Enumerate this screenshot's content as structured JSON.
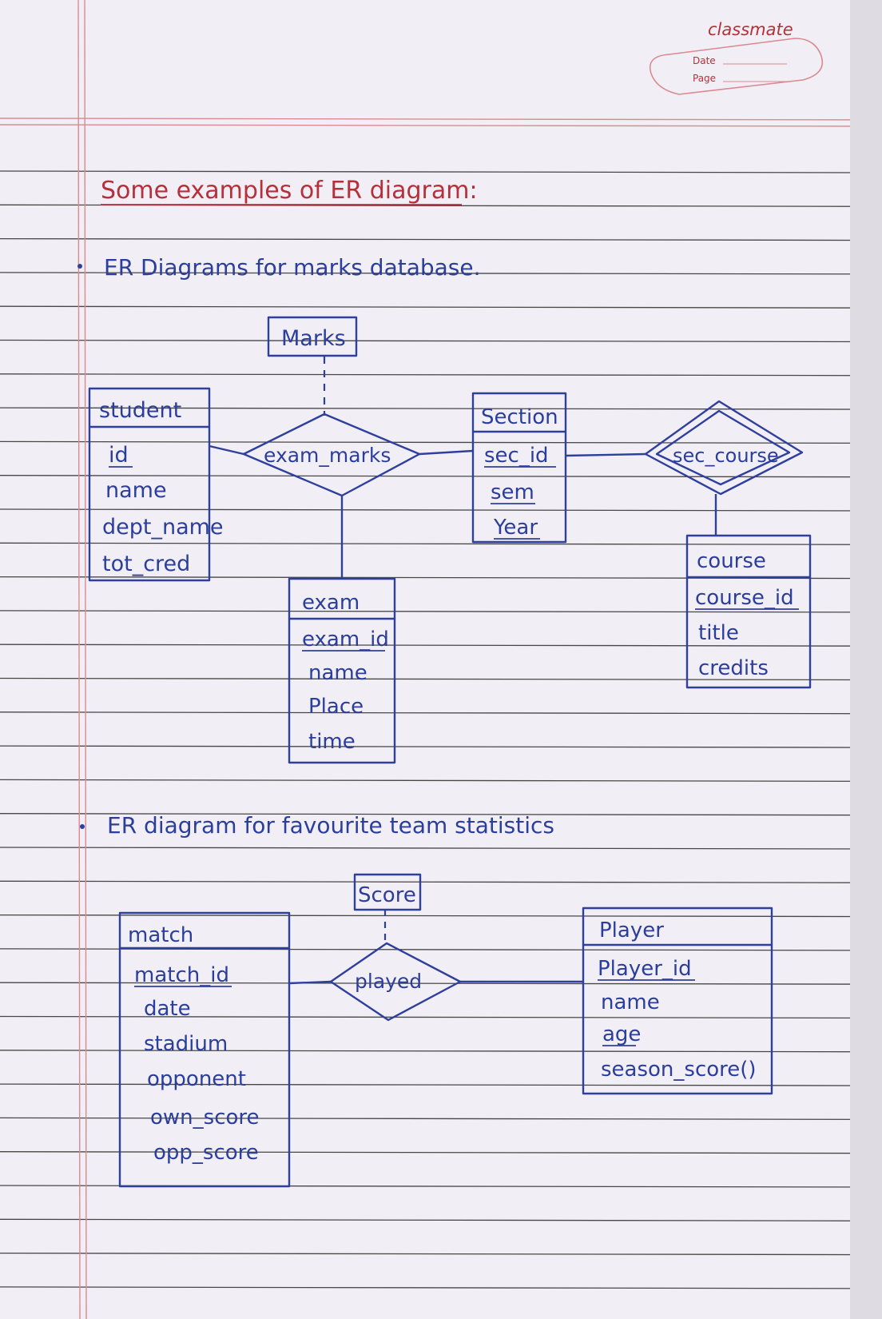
{
  "brand": {
    "name": "classmate",
    "date_label": "Date",
    "page_label": "Page"
  },
  "heading": "Some examples of ER diagram:",
  "section1": {
    "bullet_text": "ER Diagrams for marks database.",
    "entities": {
      "student": {
        "title": "student",
        "attributes": [
          "id",
          "name",
          "dept_name",
          "tot_cred"
        ]
      },
      "section": {
        "title": "Section",
        "attributes": [
          "sec_id",
          "sem",
          "Year"
        ]
      },
      "exam": {
        "title": "exam",
        "attributes": [
          "exam_id",
          "name",
          "Place",
          "time"
        ]
      },
      "course": {
        "title": "course",
        "attributes": [
          "course_id",
          "title",
          "credits"
        ]
      }
    },
    "relationships": {
      "exam_marks": "exam_marks",
      "sec_course": "sec_course"
    },
    "attribute_box": "Marks"
  },
  "section2": {
    "bullet_text": "ER diagram for favourite team statistics",
    "entities": {
      "match": {
        "title": "match",
        "attributes": [
          "match_id",
          "date",
          "stadium",
          "opponent",
          "own_score",
          "opp_score"
        ]
      },
      "player": {
        "title": "Player",
        "attributes": [
          "Player_id",
          "name",
          "age",
          "season_score()"
        ]
      }
    },
    "relationships": {
      "played": "played"
    },
    "attribute_box": "Score"
  },
  "colors": {
    "ink": "#2f3f9e",
    "heading_ink": "#b5303a",
    "rule_line": "#3b3b3b",
    "margin_line": "#d98a8f"
  }
}
